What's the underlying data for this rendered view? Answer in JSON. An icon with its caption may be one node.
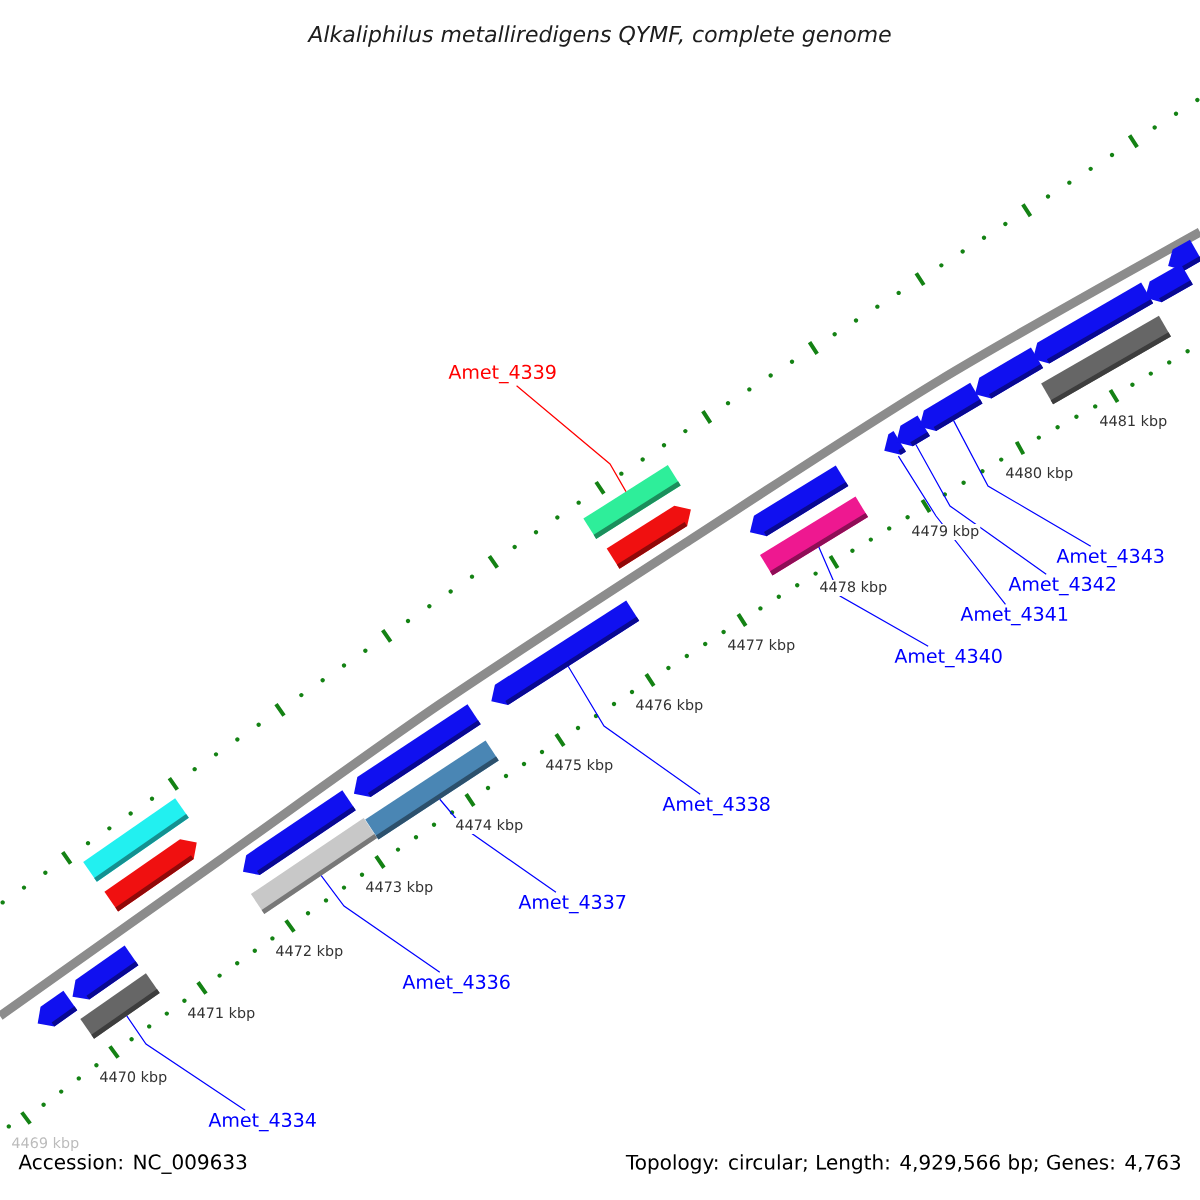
{
  "diagram": {
    "title": "Alkaliphilus metalliredigens QYMF, complete genome",
    "nodes": [
      {
        "text": [
          "Amet_4339"
        ]
      },
      {
        "text": [
          "Amet_4343"
        ]
      },
      {
        "text": [
          "Amet_4342"
        ]
      },
      {
        "text": [
          "Amet_4341"
        ]
      },
      {
        "text": [
          "Amet_4340"
        ]
      },
      {
        "text": [
          "Amet_4338"
        ]
      },
      {
        "text": [
          "Amet_4337"
        ]
      },
      {
        "text": [
          "Amet_4336"
        ]
      },
      {
        "text": [
          "Amet_4334"
        ]
      },
      {
        "text": [],
        "shape": "bar"
      },
      {
        "text": [],
        "shape": "bar"
      },
      {
        "text": [],
        "shape": "box"
      },
      {
        "text": [],
        "shape": "box"
      },
      {
        "text": [],
        "shape": "bar"
      },
      {
        "text": [],
        "shape": "bar"
      },
      {
        "text": [],
        "shape": "box"
      },
      {
        "text": [],
        "shape": "bar"
      },
      {
        "text": [],
        "shape": "box"
      },
      {
        "text": [],
        "shape": "bar"
      },
      {
        "text": [],
        "shape": "box"
      },
      {
        "text": [],
        "shape": "bar"
      },
      {
        "text": [],
        "shape": "bar"
      },
      {
        "text": [],
        "shape": "box"
      },
      {
        "text": [],
        "shape": "bar"
      },
      {
        "text": [],
        "shape": "bar"
      },
      {
        "text": [],
        "shape": "bar"
      },
      {
        "text": [],
        "shape": "bar"
      },
      {
        "text": [],
        "shape": "bar"
      },
      {
        "text": [],
        "shape": "box"
      },
      {
        "text": [],
        "shape": "bar"
      },
      {
        "text": [],
        "shape": "bar"
      }
    ],
    "edges": [
      {
        "from": 0,
        "to": 19,
        "arrow": "none",
        "color": "#ff0000"
      },
      {
        "from": 1,
        "to": 25,
        "arrow": "none"
      },
      {
        "from": 2,
        "to": 24,
        "arrow": "none"
      },
      {
        "from": 3,
        "to": 23,
        "arrow": "none"
      },
      {
        "from": 4,
        "to": 22,
        "arrow": "none"
      },
      {
        "from": 5,
        "to": 18,
        "arrow": "none"
      },
      {
        "from": 6,
        "to": 17,
        "arrow": "none"
      },
      {
        "from": 7,
        "to": 15,
        "arrow": "none"
      },
      {
        "from": 8,
        "to": 11,
        "arrow": "none"
      }
    ],
    "labels": [
      "4481 kbp",
      "4480 kbp",
      "4479 kbp",
      "4478 kbp",
      "4477 kbp",
      "4476 kbp",
      "4475 kbp",
      "4474 kbp",
      "4473 kbp",
      "4472 kbp",
      "4471 kbp",
      "4470 kbp",
      "4469 kbp",
      "Accession: NC_009633",
      "Topology: circular; Length: 4,929,566 bp; Genes: 4,763"
    ]
  }
}
